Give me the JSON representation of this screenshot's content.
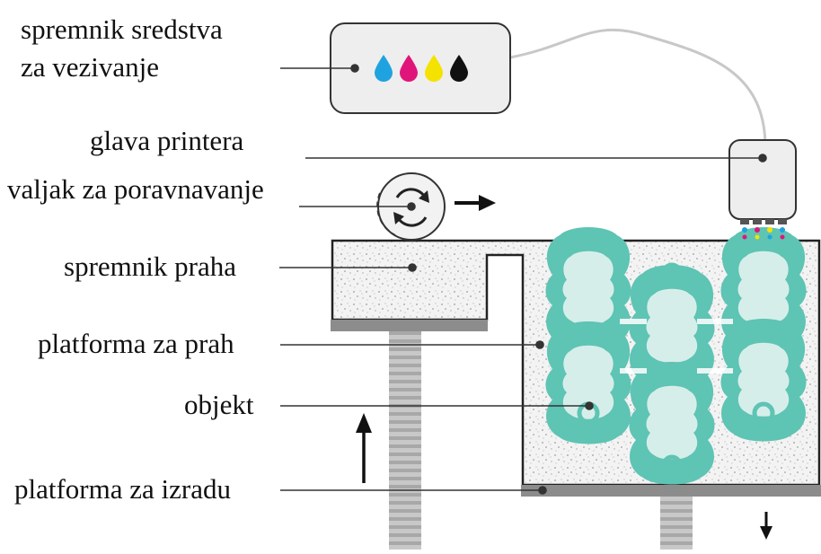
{
  "labels": {
    "binder_tank_line1": "spremnik sredstva",
    "binder_tank_line2": "za vezivanje",
    "print_head": "glava printera",
    "leveling_roller": "valjak za poravnavanje",
    "powder_tank": "spremnik praha",
    "powder_platform": "platforma za prah",
    "object": "objekt",
    "build_platform": "platforma za izradu"
  },
  "colors": {
    "ink_cyan": "#1fa3e0",
    "ink_magenta": "#e0157a",
    "ink_yellow": "#f4e200",
    "ink_black": "#111111",
    "object_teal": "#5ec4b4",
    "object_light": "#d6eeea",
    "powder_fill": "#f4f4f4",
    "platform_gray": "#8c8c8c",
    "piston_gray": "#b5b5b5",
    "device_gray": "#e8e8e8"
  },
  "icons": [
    "ink-drop-icon",
    "rotation-arrows-icon",
    "arrow-right-icon",
    "arrow-up-icon",
    "arrow-down-icon"
  ]
}
